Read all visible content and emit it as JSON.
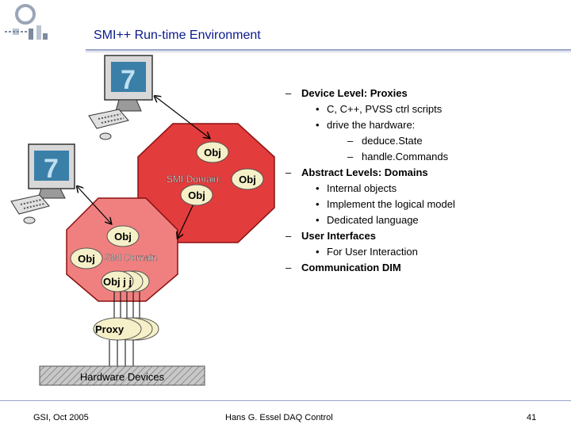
{
  "slide": {
    "title": "SMI++ Run-time Environment"
  },
  "diagram": {
    "top_domain": {
      "label": "SMI Domain:",
      "objects": [
        "Obj",
        "Obj",
        "Obj"
      ]
    },
    "bottom_domain": {
      "label": "SMI Domain",
      "objects": [
        "Obj",
        "Obj",
        "Obj j j"
      ]
    },
    "proxy_label": "Proxy",
    "hardware_label": "Hardware Devices",
    "colors": {
      "domain_fill": "#e23c3c",
      "domain_fill_light": "#f08080",
      "object_fill": "#f6f0c8",
      "hardware_fill": "#b8b8b8"
    }
  },
  "bullets": [
    {
      "level": 1,
      "mark": "–",
      "text": "Device Level: Proxies"
    },
    {
      "level": 2,
      "mark": "•",
      "text": "C, C++, PVSS ctrl scripts"
    },
    {
      "level": 2,
      "mark": "•",
      "text": "drive the hardware:"
    },
    {
      "level": 3,
      "mark": "–",
      "text": "deduce.State"
    },
    {
      "level": 3,
      "mark": "–",
      "text": "handle.Commands"
    },
    {
      "level": 1,
      "mark": "–",
      "text": "Abstract Levels: Domains"
    },
    {
      "level": 2,
      "mark": "•",
      "text": "Internal objects"
    },
    {
      "level": 2,
      "mark": "•",
      "text": "Implement the logical model"
    },
    {
      "level": 2,
      "mark": "•",
      "text": "Dedicated language"
    },
    {
      "level": 1,
      "mark": "–",
      "text": "User Interfaces"
    },
    {
      "level": 2,
      "mark": "•",
      "text": "For User Interaction"
    },
    {
      "level": 1,
      "mark": "–",
      "text": "Communication DIM"
    }
  ],
  "footer": {
    "left": "GSI, Oct 2005",
    "center": "Hans G. Essel DAQ Control",
    "page": "41"
  }
}
